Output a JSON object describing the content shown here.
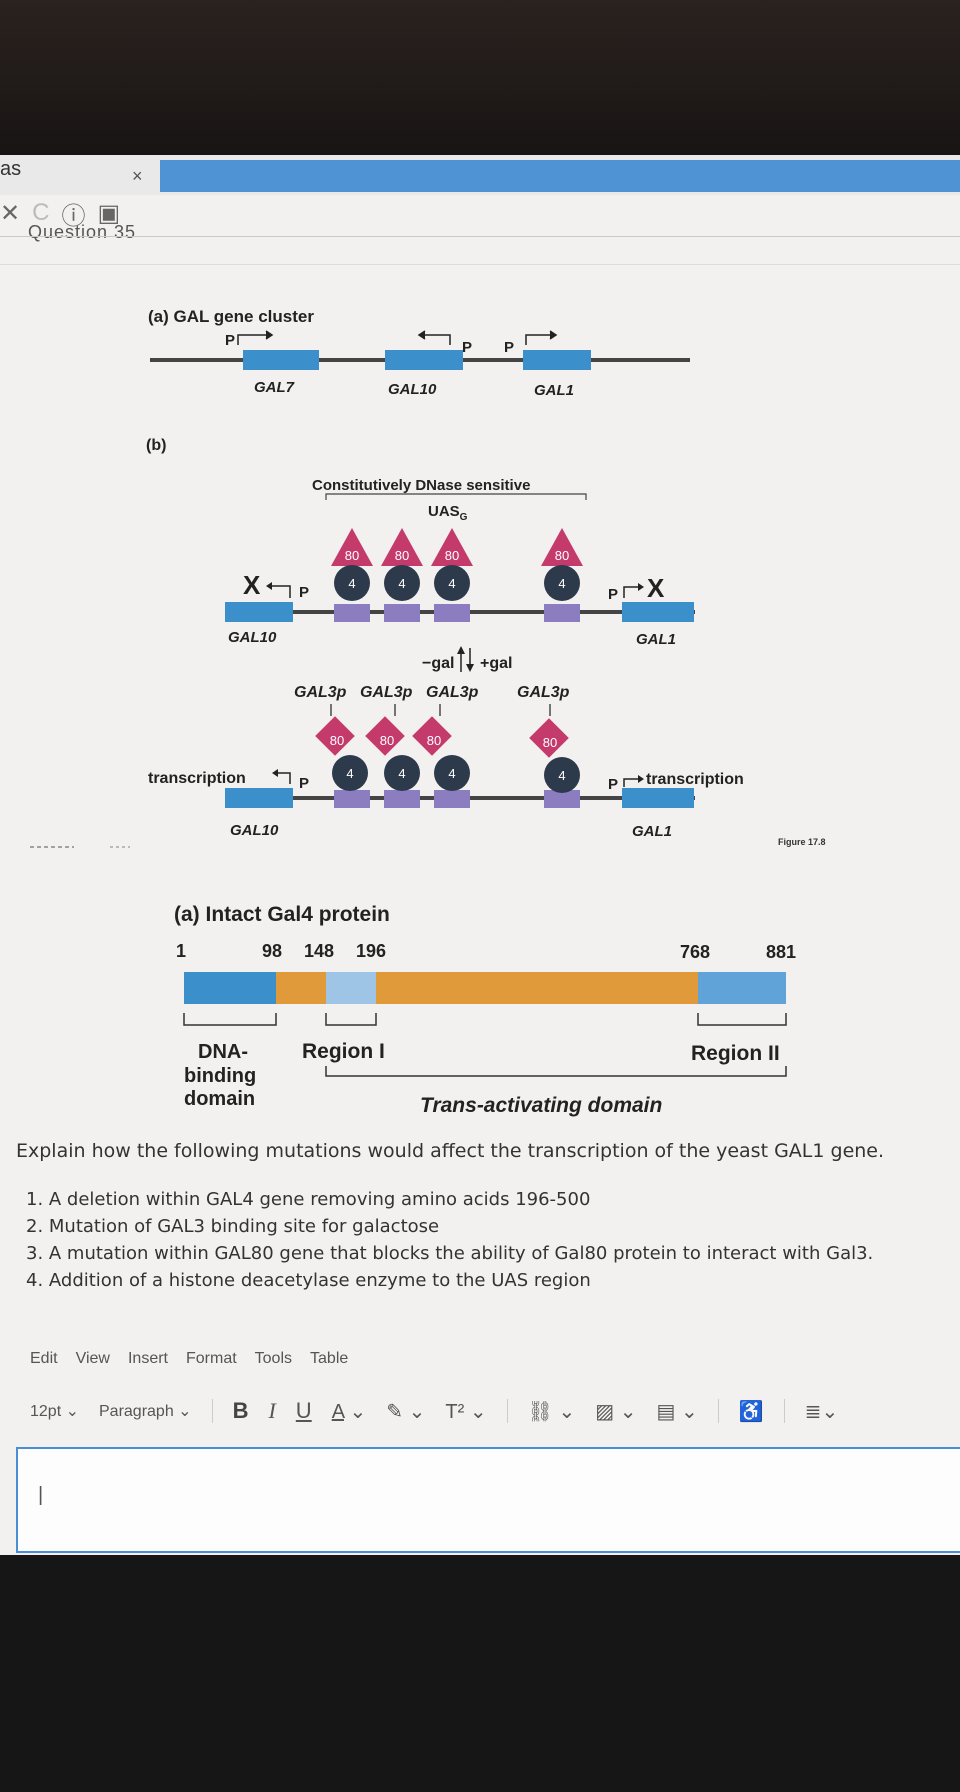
{
  "browser": {
    "tab_label": "as",
    "close_glyph": "×",
    "question_title": "Question 35",
    "nav_icons": [
      "close-icon",
      "reload-icon",
      "info-icon",
      "reader-icon"
    ]
  },
  "figure1": {
    "panel_a_label": "(a) GAL gene cluster",
    "promoter": "P",
    "genes_a": [
      "GAL7",
      "GAL10",
      "GAL1"
    ],
    "panel_b_label": "(b)",
    "dnase_label": "Constitutively DNase sensitive",
    "uas_label": "UAS",
    "uas_sub": "G",
    "protein_80": "80",
    "protein_4": "4",
    "x_mark": "X",
    "gal10": "GAL10",
    "gal1": "GAL1",
    "minus_gal": "−gal",
    "plus_gal": "+gal",
    "gal3p": "GAL3p",
    "transcription": "transcription",
    "figure_caption": "Figure 17.8"
  },
  "figure2": {
    "title": "(a) Intact Gal4 protein",
    "positions": [
      "1",
      "98",
      "148",
      "196",
      "768",
      "881"
    ],
    "dna_binding": [
      "DNA-",
      "binding",
      "domain"
    ],
    "region1": "Region I",
    "region2": "Region II",
    "trans_domain_italic": "Trans",
    "trans_domain_rest": "-activating domain"
  },
  "question": {
    "prompt": "Explain how the following mutations would affect the transcription of the yeast GAL1 gene.",
    "items": [
      "1. A deletion within GAL4 gene removing amino acids 196-500",
      "2. Mutation of GAL3 binding site for galactose",
      "3. A mutation within GAL80 gene that blocks the ability of Gal80 protein to interact with Gal3.",
      "4. Addition of a histone deacetylase enzyme to the UAS region"
    ]
  },
  "editor": {
    "menu": [
      "Edit",
      "View",
      "Insert",
      "Format",
      "Tools",
      "Table"
    ],
    "font_size": "12pt",
    "block_format": "Paragraph",
    "bold": "B",
    "italic": "I",
    "underline": "U",
    "font_color": "A",
    "superscript": "T²",
    "chevron": "⌄",
    "icons": [
      "link-icon",
      "image-icon",
      "document-icon",
      "accessibility-icon",
      "align-icon"
    ],
    "caret": "|"
  },
  "colors": {
    "gene_blue": "#3b8fca",
    "protein80": "#c43a6b",
    "protein4": "#2c3a4c",
    "uas_box": "#8c7cc0",
    "gal4_orange": "#e09a3a",
    "accent": "#4a8fd6"
  }
}
